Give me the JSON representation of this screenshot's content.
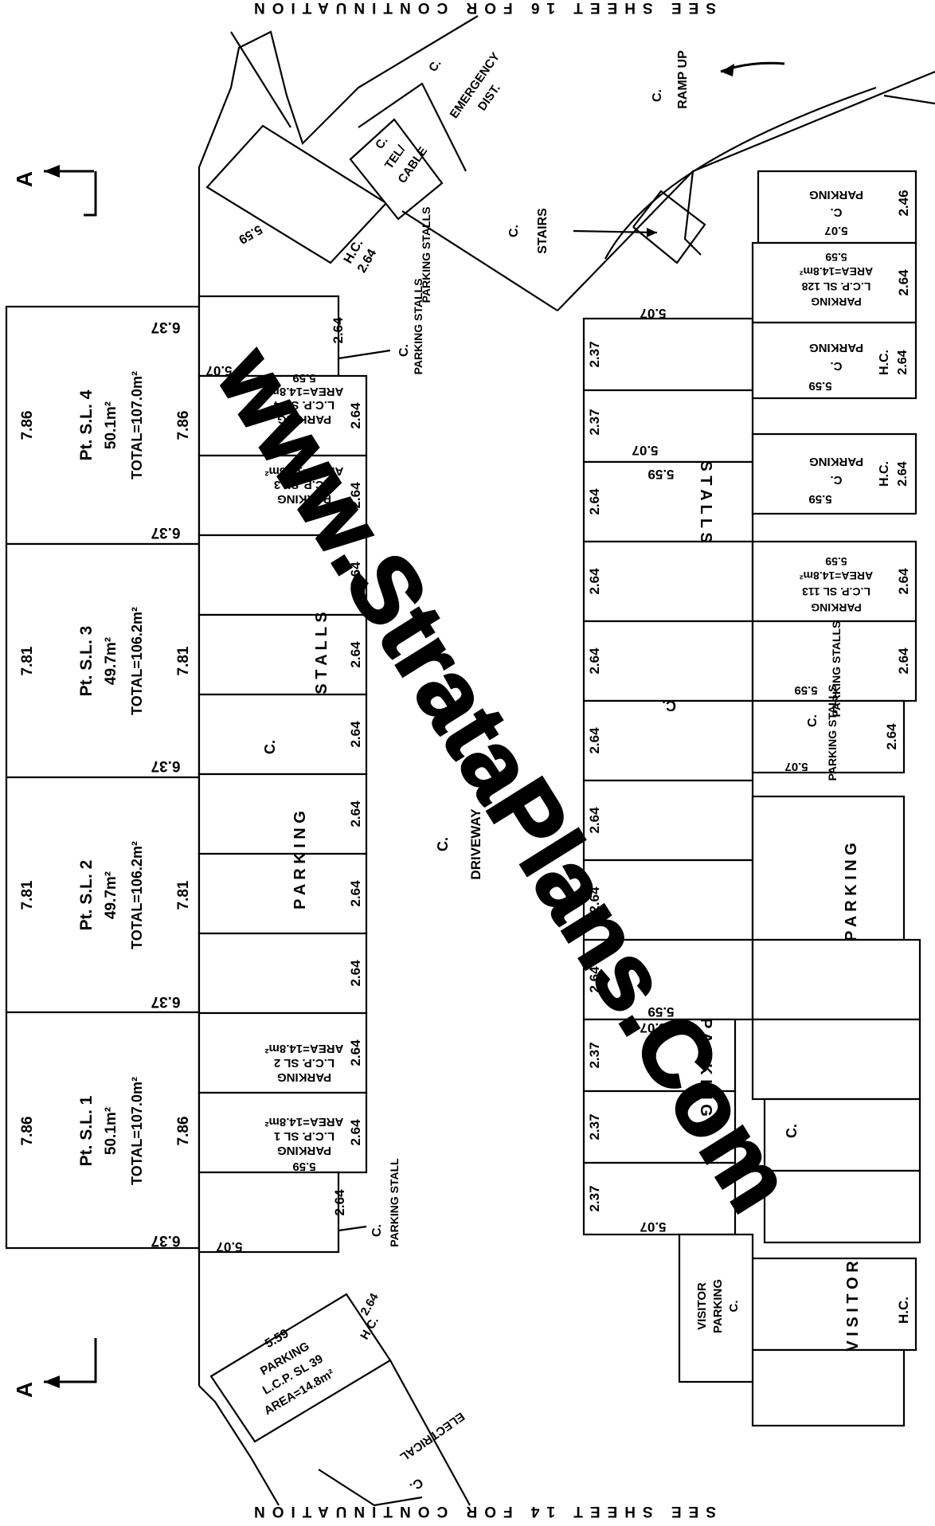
{
  "header": {
    "banner": "SEE SHEET 16 FOR CONTINUATION"
  },
  "footer": {
    "banner": "SEE SHEET 14 FOR CONTINUATION"
  },
  "section_marker": "A",
  "watermark": "www.StrataPlans.Com",
  "left_units": [
    {
      "name": "Pt. S.L. 4",
      "area": "50.1m²",
      "total": "TOTAL=107.0m²",
      "width": "7.86",
      "depth": "6.37"
    },
    {
      "name": "Pt. S.L. 3",
      "area": "49.7m²",
      "total": "TOTAL=106.2m²",
      "width": "7.81",
      "depth": "6.37"
    },
    {
      "name": "Pt. S.L. 2",
      "area": "49.7m²",
      "total": "TOTAL=106.2m²",
      "width": "7.81",
      "depth": "6.37"
    },
    {
      "name": "Pt. S.L. 1",
      "area": "50.1m²",
      "total": "TOTAL=107.0m²",
      "width": "7.86",
      "depth": "6.37"
    }
  ],
  "lcp_stalls_left": [
    {
      "line1": "PARKING",
      "line2": "L.C.P. SL 4",
      "line3": "AREA=14.8m²",
      "width": "2.64",
      "depth": "5.59"
    },
    {
      "line1": "PARKING",
      "line2": "L.C.P. SL 3",
      "line3": "AREA=14.8m²",
      "width": "2.64"
    },
    {
      "line1": "PARKING",
      "line2": "L.C.P. SL 2",
      "line3": "AREA=14.8m²",
      "width": "2.64"
    },
    {
      "line1": "PARKING",
      "line2": "L.C.P. SL 1",
      "line3": "AREA=14.8m²",
      "width": "2.64",
      "depth": "5.59"
    }
  ],
  "lcp_stalls_right": [
    {
      "line1": "PARKING",
      "line2": "L.C.P. SL 128",
      "line3": "AREA=14.8m²",
      "width": "2.64",
      "depth": "5.59"
    },
    {
      "line1": "PARKING",
      "line2": "L.C.P. SL 113",
      "line3": "AREA=14.8m²",
      "width": "2.64",
      "depth": "5.59"
    }
  ],
  "lcp_stall_bottom": {
    "line1": "PARKING",
    "line2": "L.C.P. SL 39",
    "line3": "AREA=14.8m²",
    "depth": "5.59",
    "width": "2.64",
    "tag": "H.C."
  },
  "stall_widths_left": [
    "2.64",
    "2.64",
    "2.64",
    "2.64",
    "2.64",
    "2.64"
  ],
  "stall_widths_mid": [
    "2.37",
    "2.37",
    "2.64",
    "2.64",
    "2.64",
    "2.64",
    "2.64",
    "2.64",
    "2.64",
    "2.37",
    "2.37",
    "2.37"
  ],
  "dims": {
    "d507": "5.07",
    "d559": "5.59",
    "d264": "2.64",
    "d246": "2.46",
    "d264b": "2.64"
  },
  "labels": {
    "common": "C.",
    "emergency": "EMERGENCY",
    "dist": "DIST.",
    "tel": "TEL/",
    "cable": "CABLE",
    "ramp": "RAMP UP",
    "stairs": "STAIRS",
    "parking_stalls": "PARKING STALLS",
    "parking_stall": "PARKING STALL",
    "driveway": "DRIVEWAY",
    "hc": "H.C.",
    "parking": "PARKING",
    "visitor_parking_1": "VISITOR",
    "visitor_parking_2": "PARKING",
    "electrical": "ELECTRICAL",
    "spelled_parking": "P A R K I N G",
    "spelled_stalls": "S T A L L S",
    "spelled_visitor": "V I S I T O R"
  }
}
